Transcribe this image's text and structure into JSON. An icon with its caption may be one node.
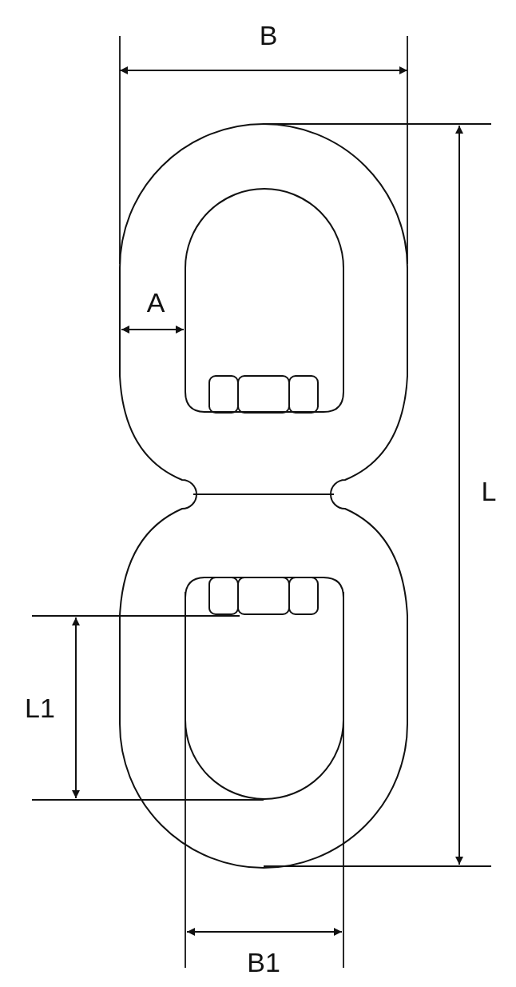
{
  "diagram": {
    "labels": [
      "B",
      "A",
      "L",
      "L1",
      "B1"
    ]
  }
}
